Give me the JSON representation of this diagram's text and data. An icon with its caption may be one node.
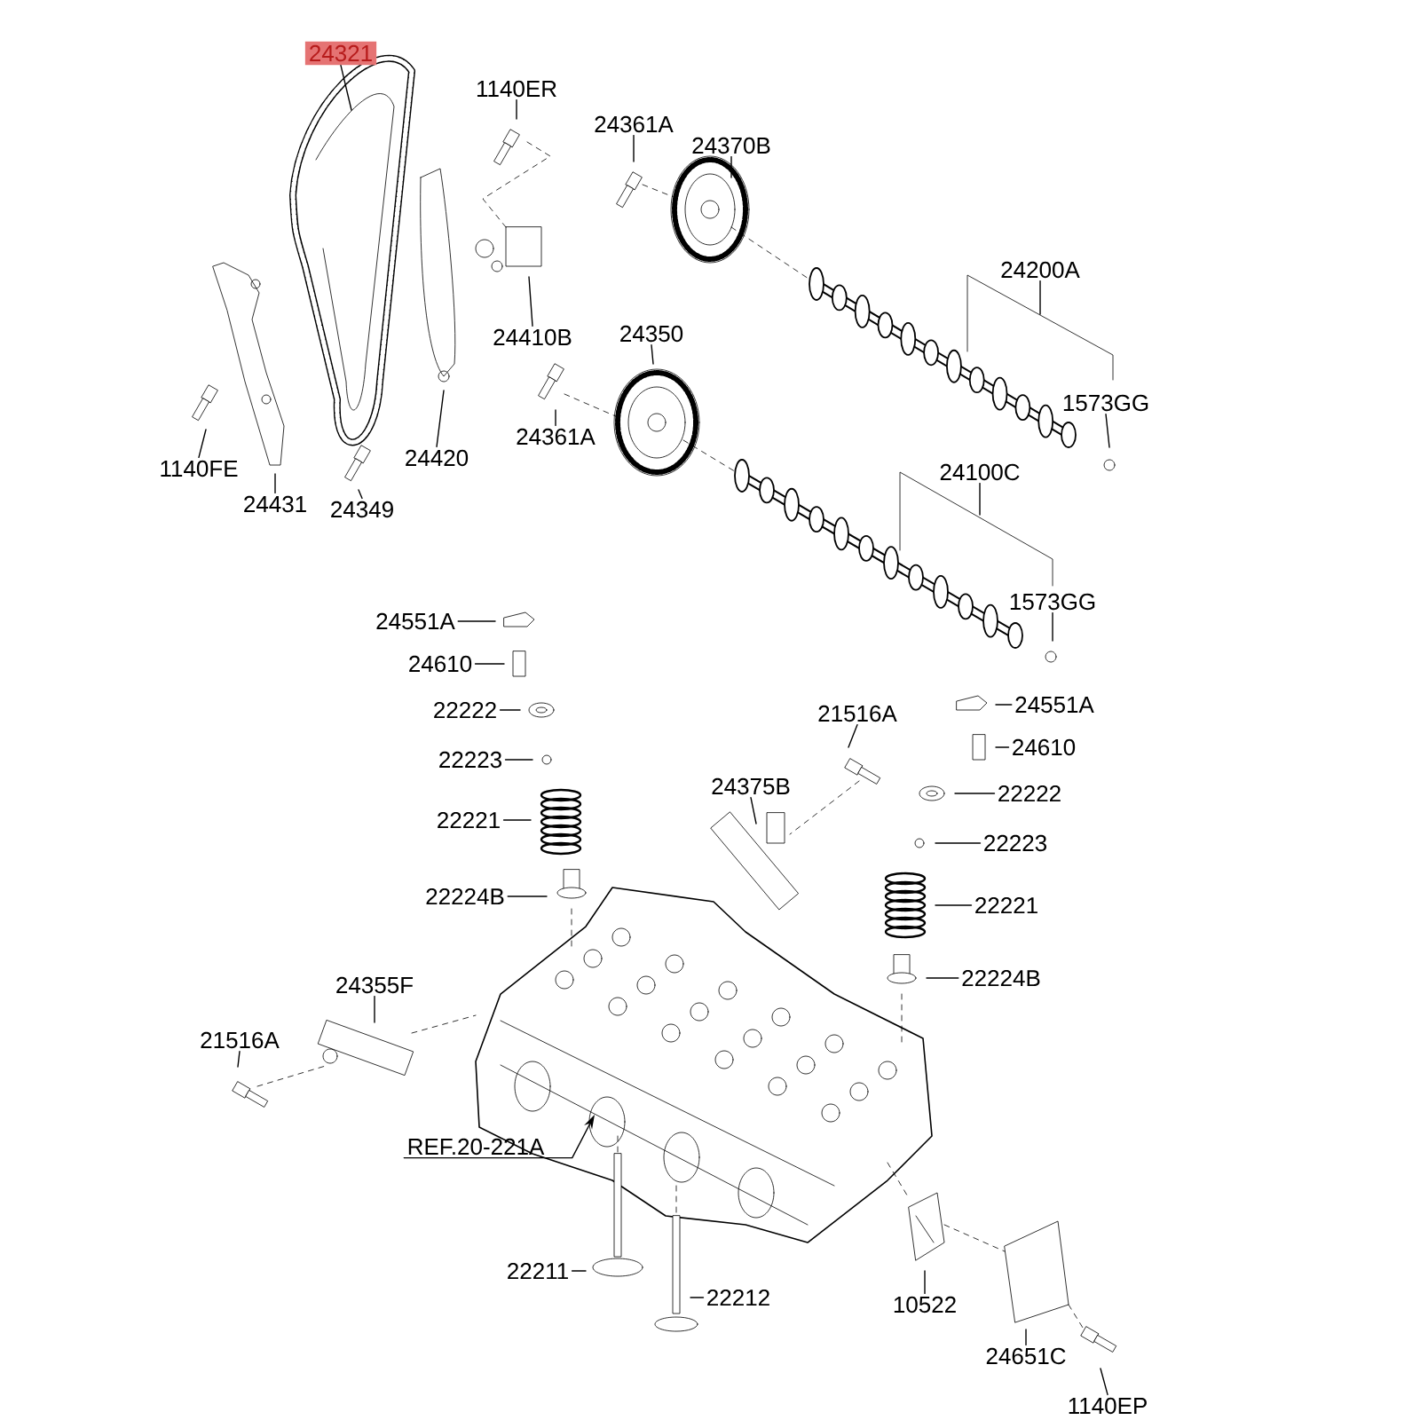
{
  "diagram": {
    "nodes": [
      {
        "text": [
          "24321"
        ]
      },
      {
        "text": [
          "1140ER"
        ]
      },
      {
        "text": [
          "24361A"
        ]
      },
      {
        "text": [
          "24370B"
        ]
      },
      {
        "text": [
          "24410B"
        ]
      },
      {
        "text": [
          "24350"
        ]
      },
      {
        "text": [
          "24361A"
        ]
      },
      {
        "text": [
          "24420"
        ]
      },
      {
        "text": [
          "1140FE"
        ]
      },
      {
        "text": [
          "24431"
        ]
      },
      {
        "text": [
          "24349"
        ]
      },
      {
        "text": [
          "24200A"
        ]
      },
      {
        "text": [
          "1573GG"
        ]
      },
      {
        "text": [
          "24100C"
        ]
      },
      {
        "text": [
          "1573GG"
        ]
      },
      {
        "text": [
          "24551A"
        ]
      },
      {
        "text": [
          "24610"
        ]
      },
      {
        "text": [
          "22222"
        ]
      },
      {
        "text": [
          "22223"
        ]
      },
      {
        "text": [
          "22221"
        ]
      },
      {
        "text": [
          "22224B"
        ]
      },
      {
        "text": [
          "21516A"
        ]
      },
      {
        "text": [
          "24551A"
        ]
      },
      {
        "text": [
          "24610"
        ]
      },
      {
        "text": [
          "24375B"
        ]
      },
      {
        "text": [
          "22222"
        ]
      },
      {
        "text": [
          "22223"
        ]
      },
      {
        "text": [
          "22221"
        ]
      },
      {
        "text": [
          "22224B"
        ]
      },
      {
        "text": [
          "24355F"
        ]
      },
      {
        "text": [
          "21516A"
        ]
      },
      {
        "text": [
          "REF.20-221A"
        ]
      },
      {
        "text": [
          "22211"
        ]
      },
      {
        "text": [
          "22212"
        ]
      },
      {
        "text": [
          "10522"
        ]
      },
      {
        "text": [
          "24651C"
        ]
      },
      {
        "text": [
          "1140EP"
        ]
      }
    ],
    "edges": [
      {
        "from": 0,
        "to": null,
        "arrow": "none"
      },
      {
        "from": 1,
        "to": null,
        "arrow": "none"
      },
      {
        "from": 2,
        "to": null,
        "arrow": "none"
      },
      {
        "from": 3,
        "to": null,
        "arrow": "none"
      },
      {
        "from": 4,
        "to": null,
        "arrow": "none"
      },
      {
        "from": 5,
        "to": null,
        "arrow": "none"
      },
      {
        "from": 6,
        "to": null,
        "arrow": "none"
      },
      {
        "from": 7,
        "to": null,
        "arrow": "none"
      },
      {
        "from": 8,
        "to": null,
        "arrow": "none"
      },
      {
        "from": 9,
        "to": null,
        "arrow": "none"
      },
      {
        "from": 10,
        "to": null,
        "arrow": "none"
      },
      {
        "from": 11,
        "to": null,
        "arrow": "none"
      },
      {
        "from": 12,
        "to": null,
        "arrow": "none"
      },
      {
        "from": 13,
        "to": null,
        "arrow": "none"
      },
      {
        "from": 14,
        "to": null,
        "arrow": "none"
      },
      {
        "from": 15,
        "to": null,
        "arrow": "none"
      },
      {
        "from": 16,
        "to": null,
        "arrow": "none"
      },
      {
        "from": 17,
        "to": null,
        "arrow": "none"
      },
      {
        "from": 18,
        "to": null,
        "arrow": "none"
      },
      {
        "from": 19,
        "to": null,
        "arrow": "none"
      },
      {
        "from": 20,
        "to": null,
        "arrow": "none"
      },
      {
        "from": 21,
        "to": null,
        "arrow": "none"
      },
      {
        "from": 22,
        "to": null,
        "arrow": "none"
      },
      {
        "from": 23,
        "to": null,
        "arrow": "none"
      },
      {
        "from": 24,
        "to": null,
        "arrow": "none"
      },
      {
        "from": 25,
        "to": null,
        "arrow": "none"
      },
      {
        "from": 26,
        "to": null,
        "arrow": "none"
      },
      {
        "from": 27,
        "to": null,
        "arrow": "none"
      },
      {
        "from": 28,
        "to": null,
        "arrow": "none"
      },
      {
        "from": 29,
        "to": null,
        "arrow": "none"
      },
      {
        "from": 30,
        "to": null,
        "arrow": "none"
      },
      {
        "from": 31,
        "to": null,
        "arrow": "to"
      },
      {
        "from": 32,
        "to": null,
        "arrow": "none"
      },
      {
        "from": 33,
        "to": null,
        "arrow": "none"
      },
      {
        "from": 34,
        "to": null,
        "arrow": "none"
      },
      {
        "from": 35,
        "to": null,
        "arrow": "none"
      },
      {
        "from": 36,
        "to": null,
        "arrow": "none"
      }
    ]
  }
}
